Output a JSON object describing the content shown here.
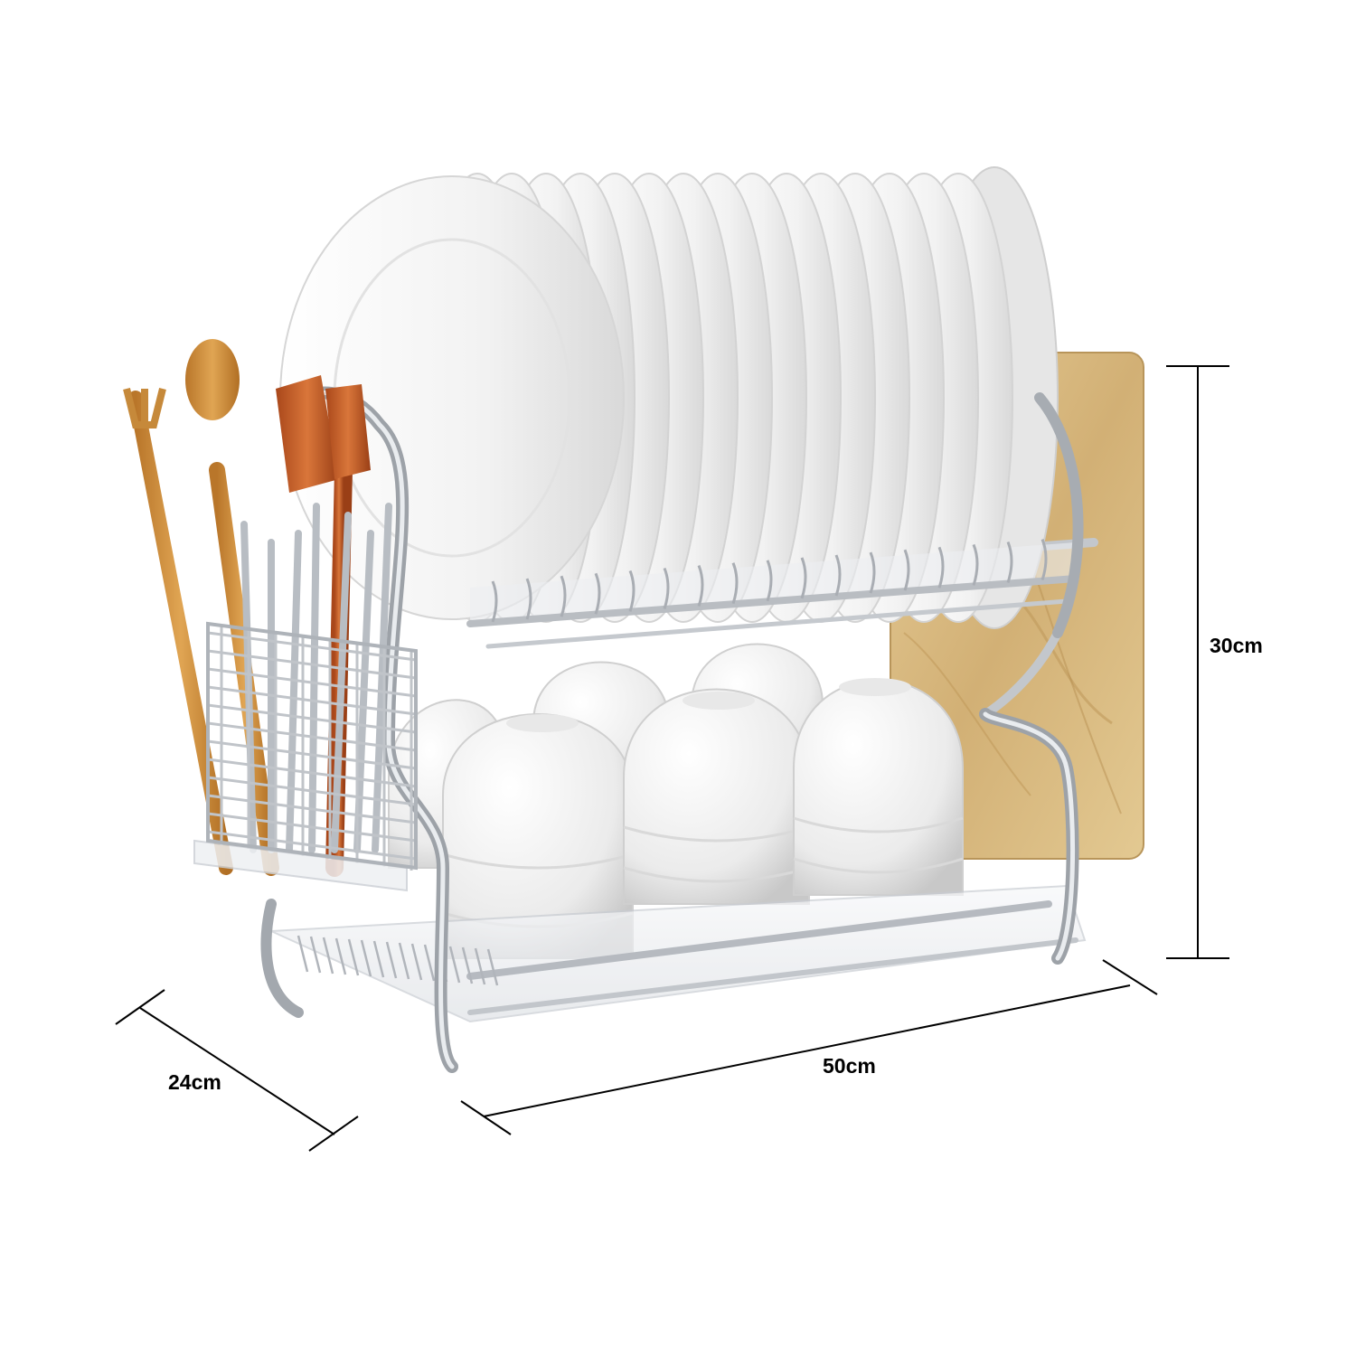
{
  "product": {
    "icon": "dish-drying-rack-icon",
    "colors": {
      "chrome": "#c9ccd0",
      "plate": "#f4f4f4",
      "wood": "#c98c3a",
      "board": "#dcc08a",
      "background": "#ffffff",
      "dimension_line": "#000000"
    }
  },
  "dimensions": {
    "height": {
      "label": "30cm"
    },
    "width": {
      "label": "50cm"
    },
    "depth": {
      "label": "24cm"
    }
  }
}
